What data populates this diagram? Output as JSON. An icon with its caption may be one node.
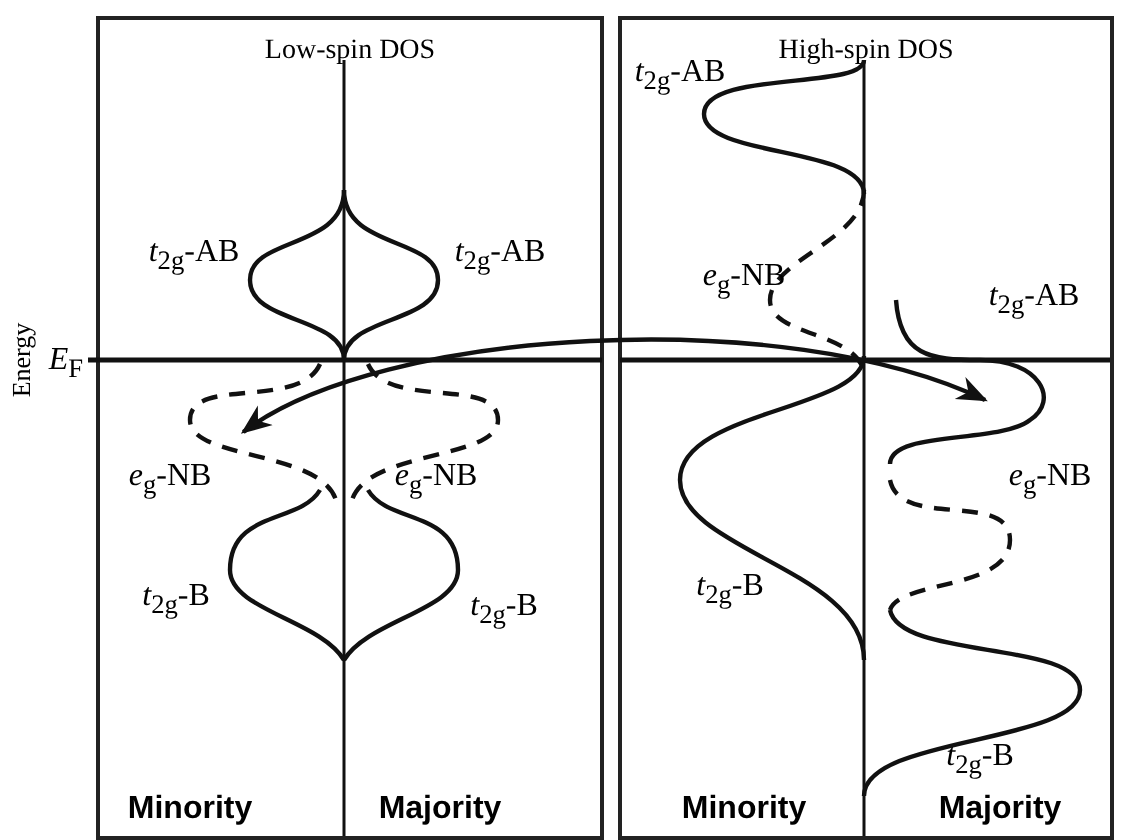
{
  "diagram": {
    "nodes": [
      {
        "text": [
          "Low-spin DOS"
        ]
      },
      {
        "text": [
          "High-spin DOS"
        ]
      }
    ],
    "edges": [
      {
        "from": 0,
        "to": 1,
        "arrow": "both"
      }
    ],
    "labels": [
      "Energy",
      "*E*$_{F}$",
      "*t*$_{2g}$-AB",
      "*t*$_{2g}$-AB",
      "*e*$_{g}$-NB",
      "*e*$_{g}$-NB",
      "*t*$_{2g}$-B",
      "*t*$_{2g}$-B",
      "Minority",
      "Majority",
      "*t*$_{2g}$-AB",
      "*e*$_{g}$-NB",
      "*t*$_{2g}$-AB",
      "*e*$_{g}$-NB",
      "*t*$_{2g}$-B",
      "*t*$_{2g}$-B",
      "Minority",
      "Majority"
    ]
  }
}
